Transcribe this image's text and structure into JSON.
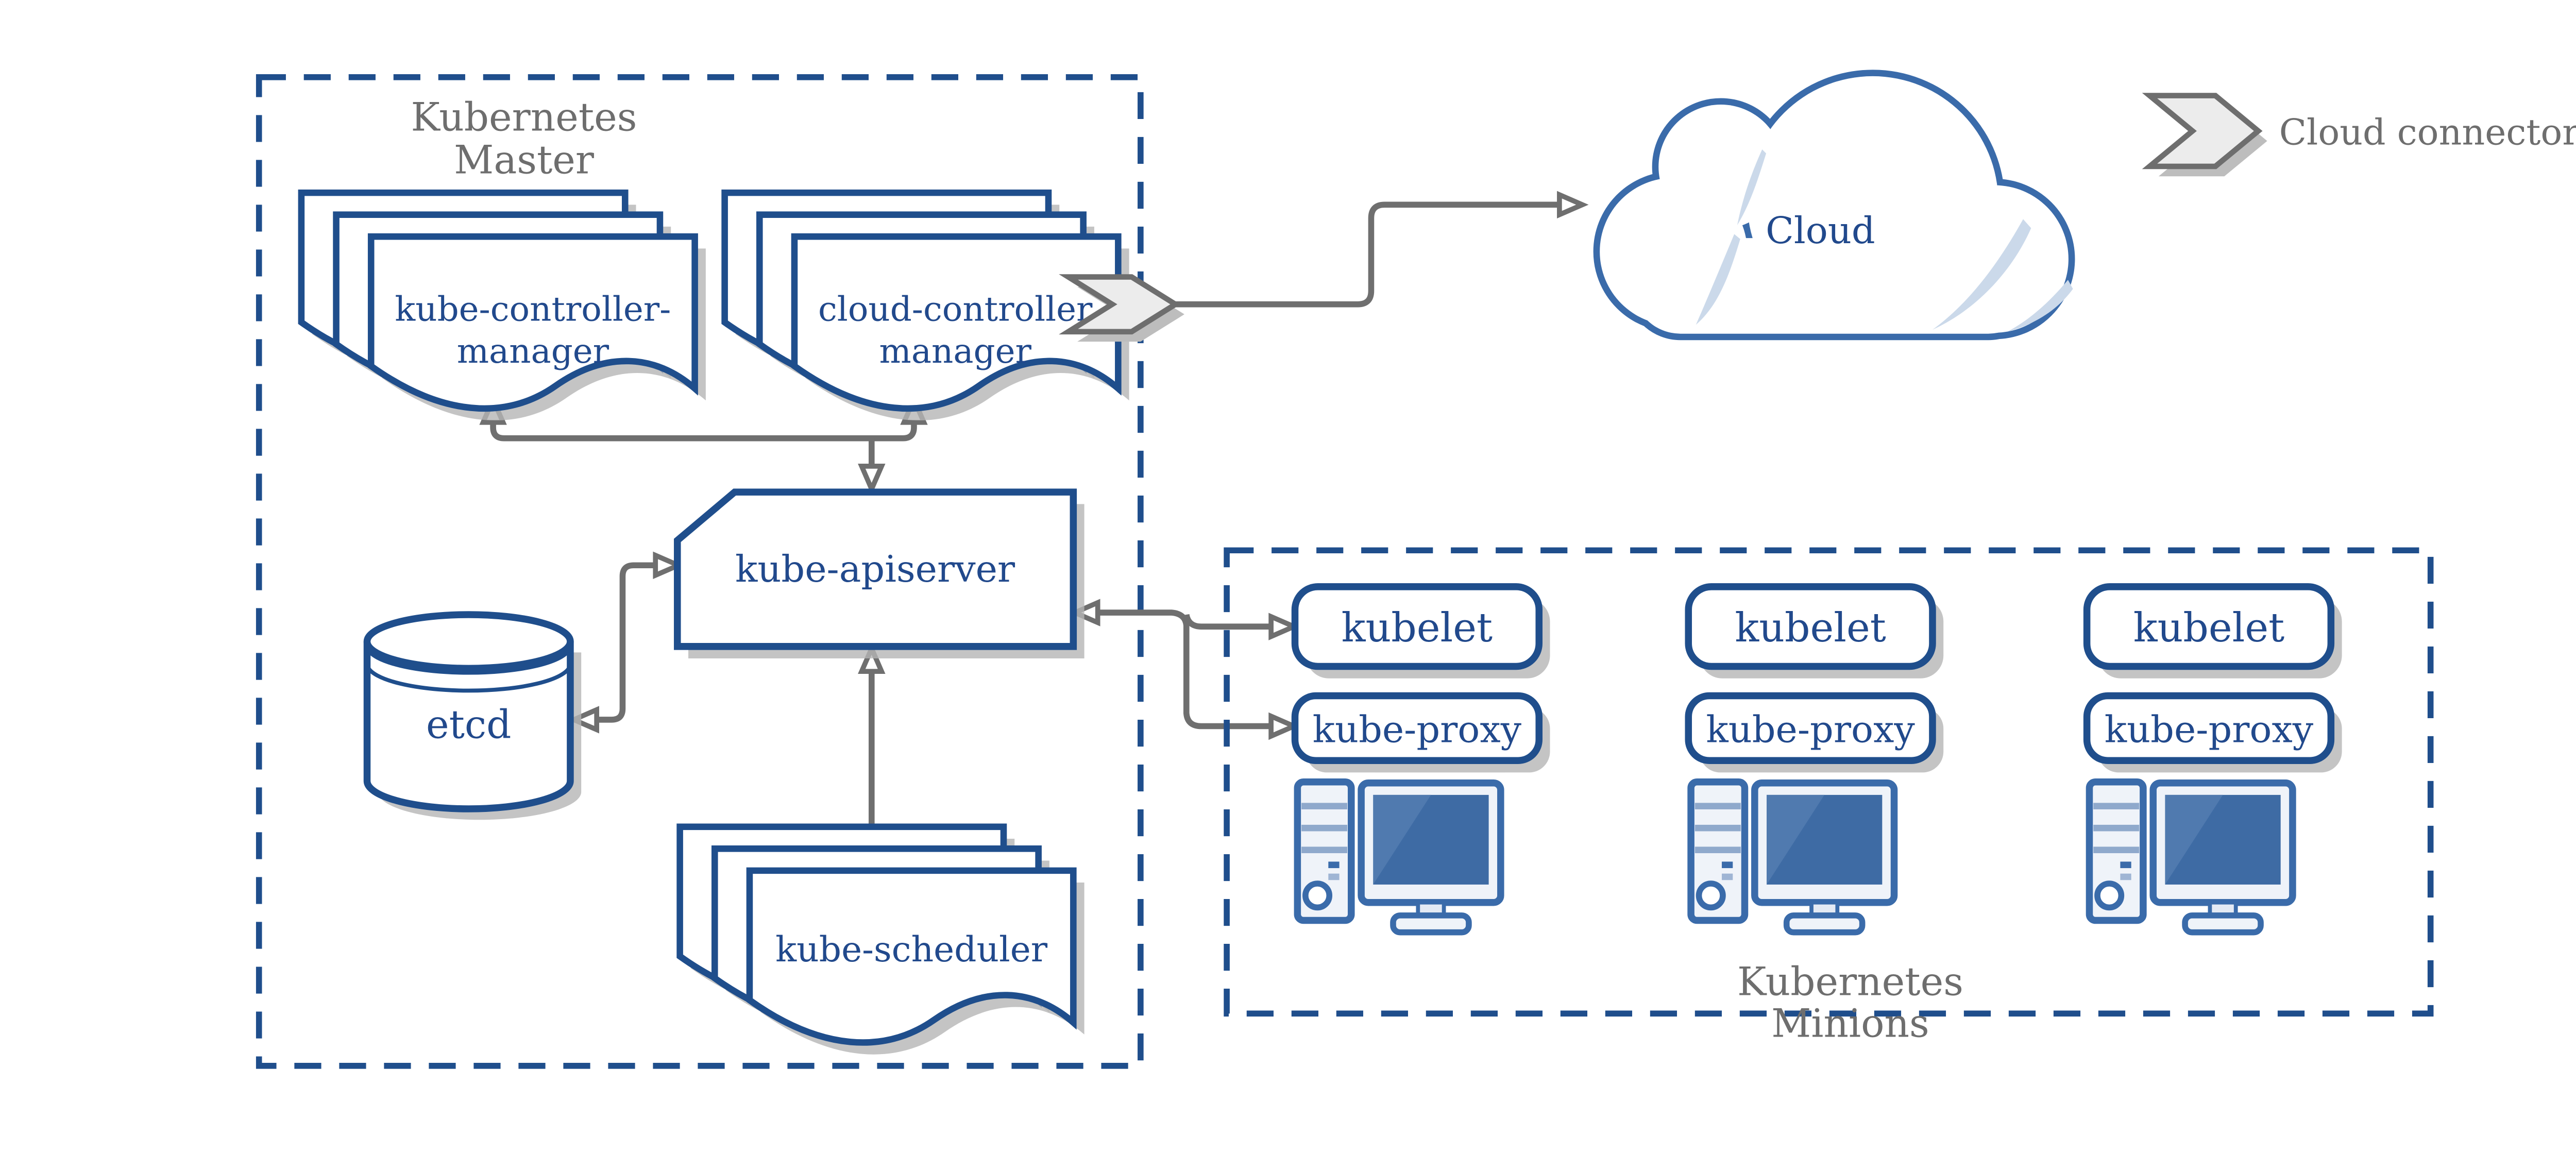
{
  "master": {
    "label": {
      "line1": "Kubernetes",
      "line2": "Master"
    },
    "kube_controller_manager": {
      "line1": "kube-controller-",
      "line2": "manager"
    },
    "cloud_controller_manager": {
      "line1": "cloud-controller",
      "line2": "manager"
    },
    "kube_apiserver": {
      "label": "kube-apiserver"
    },
    "etcd": {
      "label": "etcd"
    },
    "kube_scheduler": {
      "label": "kube-scheduler"
    }
  },
  "cloud": {
    "label": "Cloud"
  },
  "legend": {
    "cloud_connector_label": "Cloud connector",
    "icon": "cloud-connector-chevron-icon"
  },
  "minions": {
    "label": {
      "line1": "Kubernetes",
      "line2": "Minions"
    },
    "nodes": [
      {
        "kubelet": "kubelet",
        "kube_proxy": "kube-proxy",
        "icon": "computer-icon"
      },
      {
        "kubelet": "kubelet",
        "kube_proxy": "kube-proxy",
        "icon": "computer-icon"
      },
      {
        "kubelet": "kubelet",
        "kube_proxy": "kube-proxy",
        "icon": "computer-icon"
      }
    ]
  },
  "colors": {
    "navy_border": "#1F4E8C",
    "text_blue": "#21498C",
    "steel_blue": "#3A6BAA",
    "screen_blue": "#3E6BA4",
    "screen_highlight": "#507AAF",
    "crescent_blue": "#CBD9EA",
    "panel_fill": "#EFF3F9",
    "connector_gray": "#6F6F6F",
    "shadow_gray": "#B5B5B5",
    "label_gray": "#6E6E6E"
  }
}
